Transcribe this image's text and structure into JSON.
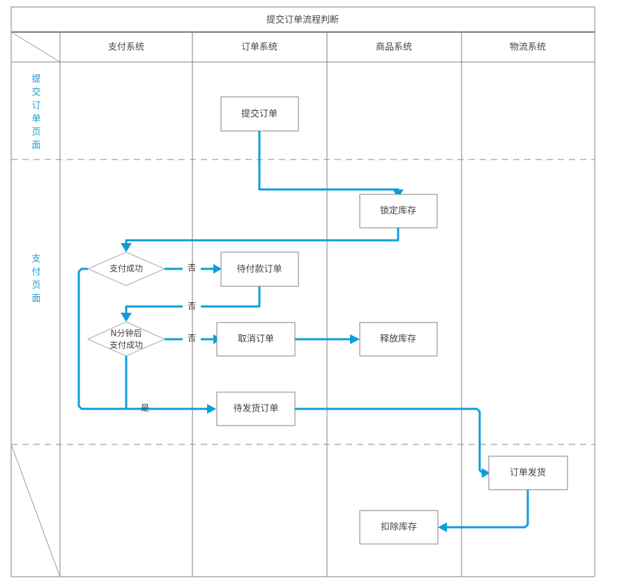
{
  "diagram": {
    "title": "提交订单流程判断",
    "accent_color": "#0d9ddb",
    "lane_label_color": "#1a9ad6",
    "border_color": "#808080",
    "columns": [
      {
        "id": "corner",
        "label": ""
      },
      {
        "id": "payment-system",
        "label": "支付系统"
      },
      {
        "id": "order-system",
        "label": "订单系统"
      },
      {
        "id": "product-system",
        "label": "商品系统"
      },
      {
        "id": "logistics-system",
        "label": "物流系统"
      }
    ],
    "lanes": [
      {
        "id": "submit-order-page",
        "label": "提交订单页面",
        "chars": [
          "提",
          "交",
          "订",
          "单",
          "页",
          "面"
        ]
      },
      {
        "id": "payment-page",
        "label": "支付页面",
        "chars": [
          "支",
          "付",
          "页",
          "面"
        ]
      },
      {
        "id": "shipping",
        "label": "",
        "chars": []
      }
    ],
    "nodes": [
      {
        "id": "submit-order",
        "type": "box",
        "label": "提交订单",
        "lane": "submit-order-page",
        "column": "order-system"
      },
      {
        "id": "lock-stock",
        "type": "box",
        "label": "锁定库存",
        "lane": "payment-page",
        "column": "product-system"
      },
      {
        "id": "pay-success",
        "type": "diamond",
        "label": "支付成功",
        "lines": [
          "支付成功"
        ],
        "lane": "payment-page",
        "column": "payment-system"
      },
      {
        "id": "pending-payment",
        "type": "box",
        "label": "待付款订单",
        "lane": "payment-page",
        "column": "order-system"
      },
      {
        "id": "pay-after-n-min",
        "type": "diamond",
        "label": "N分钟后支付成功",
        "lines": [
          "N分钟后",
          "支付成功"
        ],
        "lane": "payment-page",
        "column": "payment-system"
      },
      {
        "id": "cancel-order",
        "type": "box",
        "label": "取消订单",
        "lane": "payment-page",
        "column": "order-system"
      },
      {
        "id": "release-stock",
        "type": "box",
        "label": "释放库存",
        "lane": "payment-page",
        "column": "product-system"
      },
      {
        "id": "pending-shipment",
        "type": "box",
        "label": "待发货订单",
        "lane": "payment-page",
        "column": "order-system"
      },
      {
        "id": "order-shipped",
        "type": "box",
        "label": "订单发货",
        "lane": "shipping",
        "column": "logistics-system"
      },
      {
        "id": "deduct-stock",
        "type": "box",
        "label": "扣除库存",
        "lane": "shipping",
        "column": "product-system"
      }
    ],
    "edges": [
      {
        "id": "e-submit-to-lock",
        "from": "submit-order",
        "to": "lock-stock",
        "label": ""
      },
      {
        "id": "e-lock-to-paysuccess",
        "from": "lock-stock",
        "to": "pay-success",
        "label": ""
      },
      {
        "id": "e-paysuccess-no",
        "from": "pay-success",
        "to": "pending-payment",
        "label": "否"
      },
      {
        "id": "e-pending-to-nmin",
        "from": "pending-payment",
        "to": "pay-after-n-min",
        "label": "否"
      },
      {
        "id": "e-nmin-no",
        "from": "pay-after-n-min",
        "to": "cancel-order",
        "label": "否"
      },
      {
        "id": "e-cancel-to-release",
        "from": "cancel-order",
        "to": "release-stock",
        "label": ""
      },
      {
        "id": "e-yes-to-shipment",
        "from": "pay-success",
        "to": "pending-shipment",
        "label": "是"
      },
      {
        "id": "e-shipment-to-shipped",
        "from": "pending-shipment",
        "to": "order-shipped",
        "label": ""
      },
      {
        "id": "e-shipped-to-deduct",
        "from": "order-shipped",
        "to": "deduct-stock",
        "label": ""
      }
    ],
    "edge_labels": {
      "pay_success_no": "否",
      "pending_to_nmin_no": "否",
      "nmin_no": "否",
      "yes": "是"
    }
  }
}
